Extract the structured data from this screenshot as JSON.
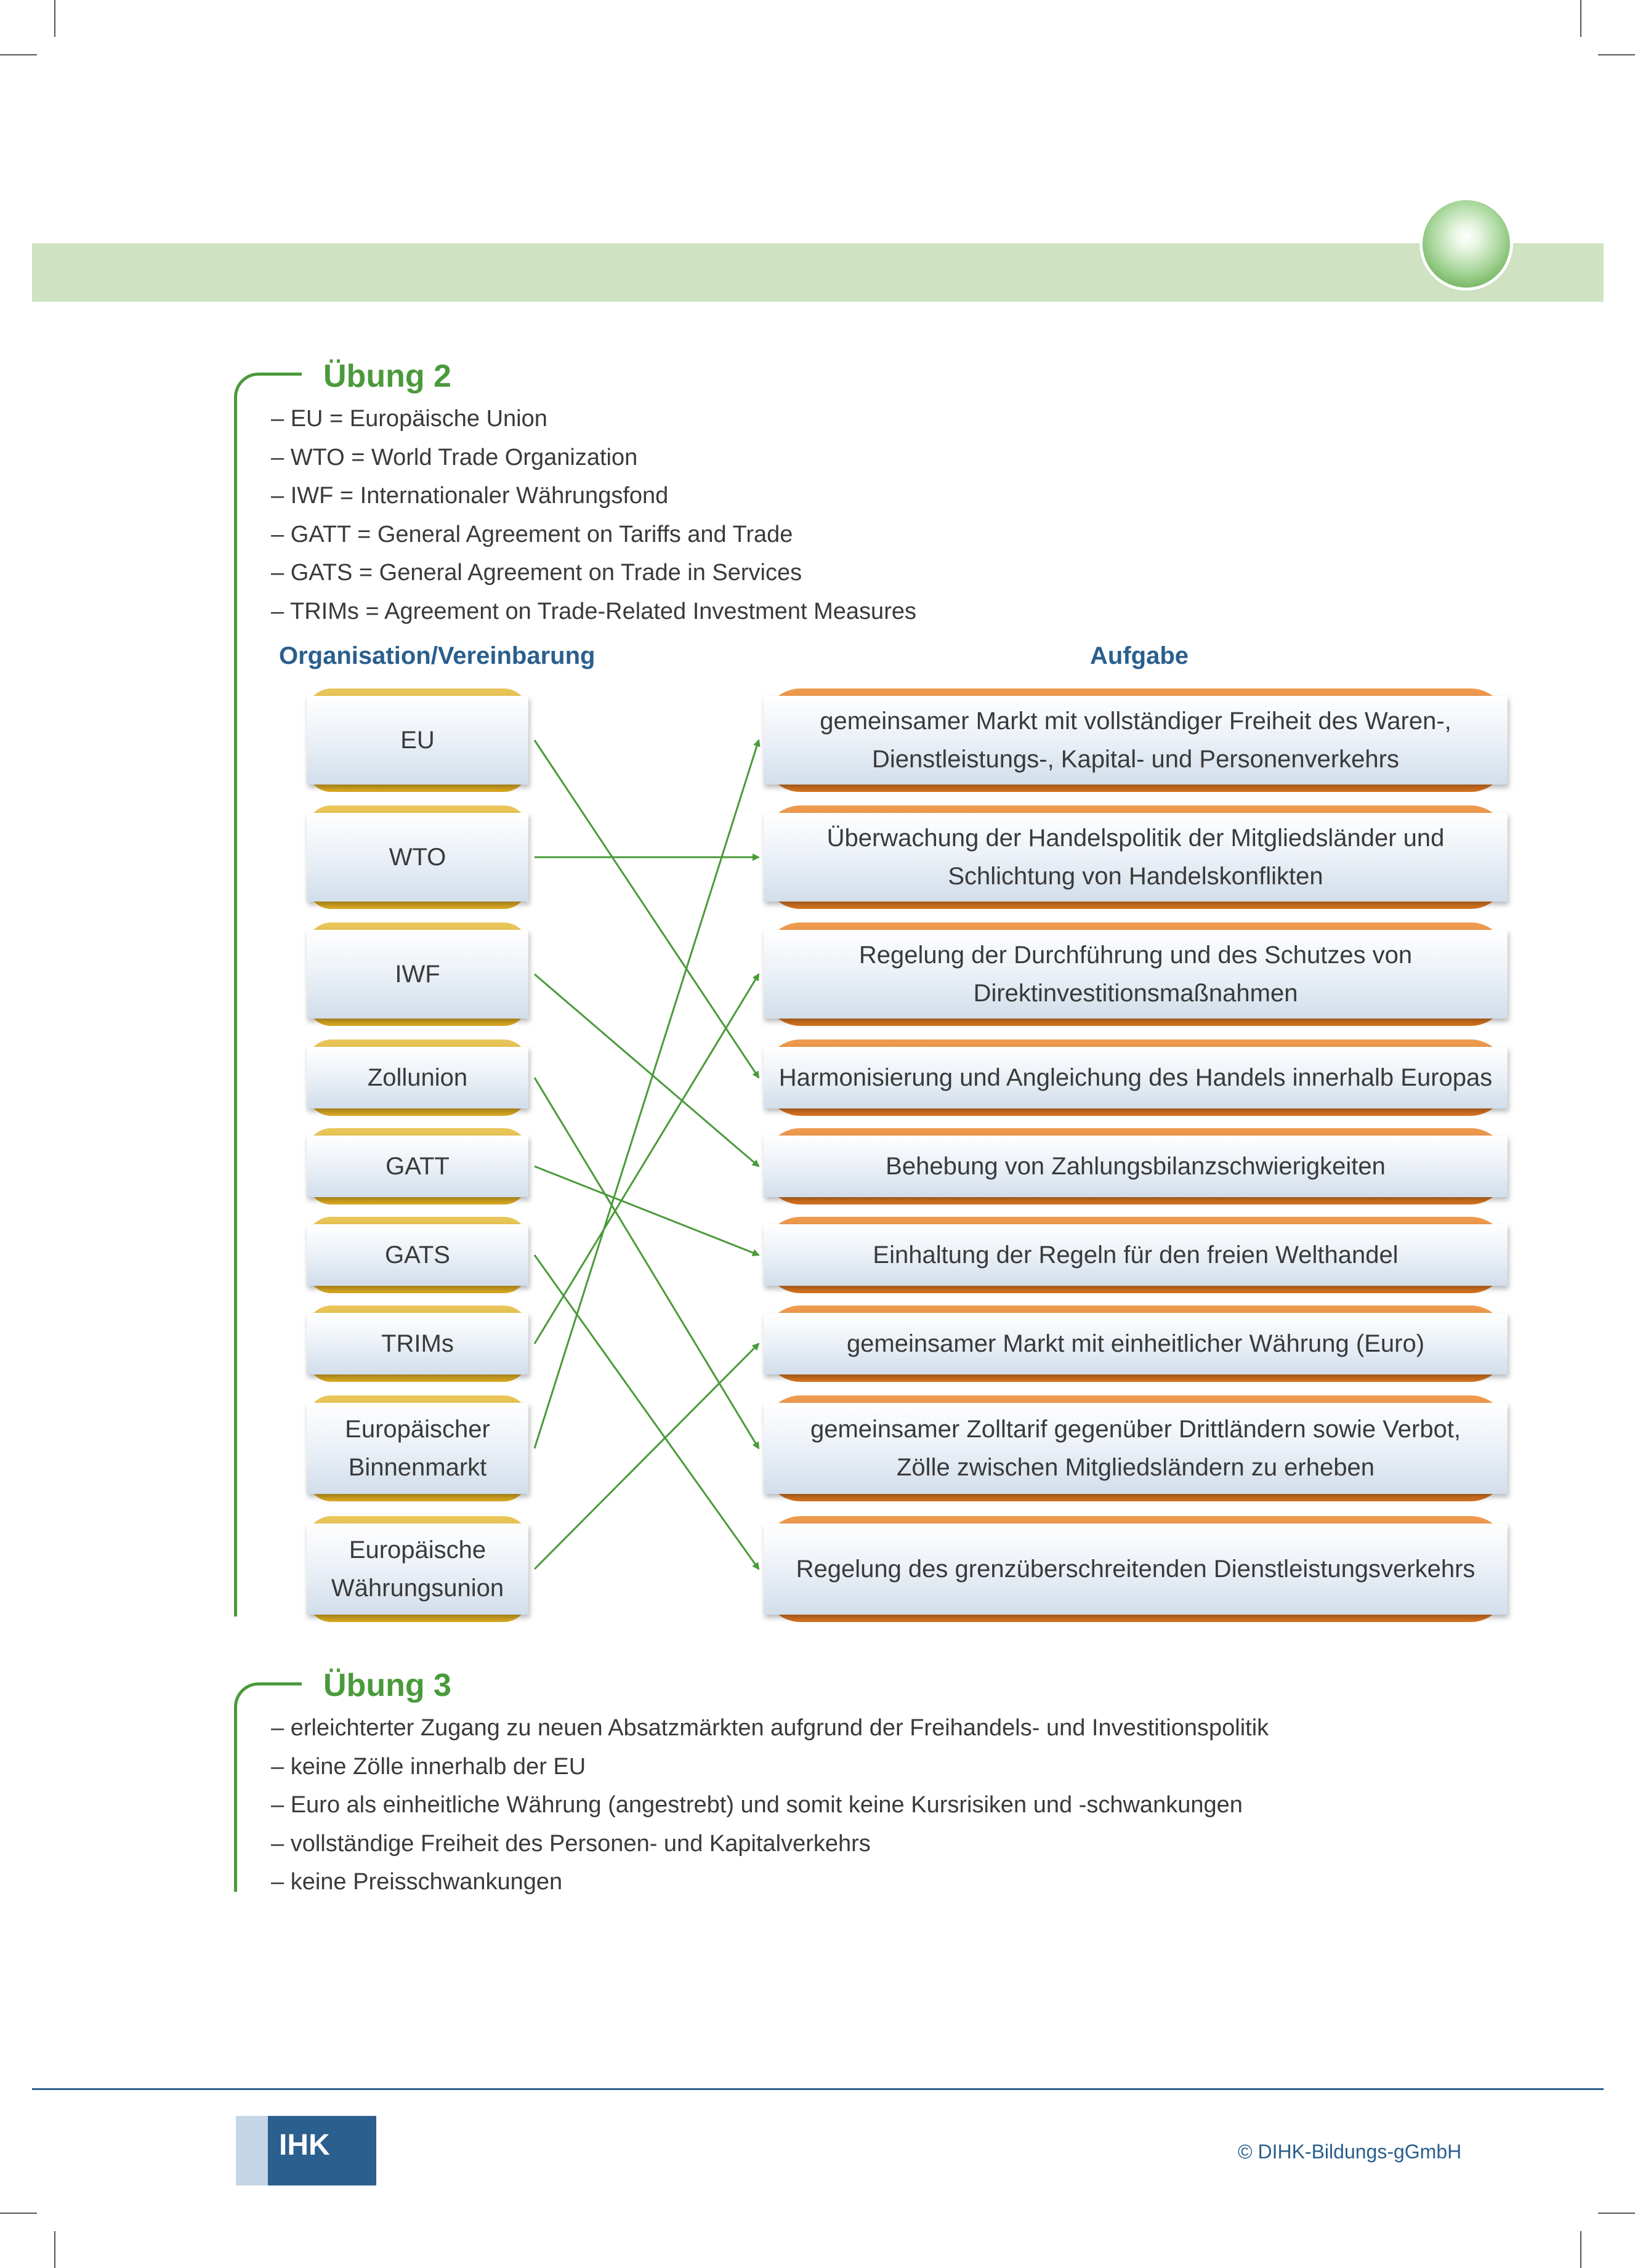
{
  "exercise2": {
    "heading": "Übung 2",
    "items": [
      "EU = Europäische Union",
      "WTO = World Trade Organization",
      "IWF = Internationaler Währungsfond",
      "GATT = General Agreement on Tariffs and Trade",
      "GATS = General Agreement on Trade in Services",
      "TRIMs = Agreement on Trade-Related Investment Measures"
    ],
    "col_left": "Organisation/Vereinbarung",
    "col_right": "Aufgabe",
    "organisations": [
      {
        "l1": "EU",
        "l2": ""
      },
      {
        "l1": "WTO",
        "l2": ""
      },
      {
        "l1": "IWF",
        "l2": ""
      },
      {
        "l1": "Zollunion",
        "l2": ""
      },
      {
        "l1": "GATT",
        "l2": ""
      },
      {
        "l1": "GATS",
        "l2": ""
      },
      {
        "l1": "TRIMs",
        "l2": ""
      },
      {
        "l1": "Europäischer",
        "l2": "Binnenmarkt"
      },
      {
        "l1": "Europäische",
        "l2": "Währungsunion"
      }
    ],
    "tasks": [
      {
        "l1": "gemeinsamer Markt mit vollständiger Freiheit des Waren-,",
        "l2": "Dienstleistungs-, Kapital- und Personenverkehrs"
      },
      {
        "l1": "Überwachung der Handelspolitik der Mitgliedsländer und",
        "l2": "Schlichtung von Handelskonflikten"
      },
      {
        "l1": "Regelung der Durchführung und des Schutzes von",
        "l2": "Direktinvestitionsmaßnahmen"
      },
      {
        "l1": "Harmonisierung und Angleichung des Handels innerhalb Europas",
        "l2": ""
      },
      {
        "l1": "Behebung von Zahlungsbilanzschwierigkeiten",
        "l2": ""
      },
      {
        "l1": "Einhaltung der Regeln für den freien Welthandel",
        "l2": ""
      },
      {
        "l1": "gemeinsamer Markt mit einheitlicher Währung (Euro)",
        "l2": ""
      },
      {
        "l1": "gemeinsamer Zolltarif gegenüber Drittländern sowie Verbot,",
        "l2": "Zölle zwischen Mitgliedsländern zu erheben"
      },
      {
        "l1": "Regelung des grenzüberschreitenden Dienstleistungsverkehrs",
        "l2": ""
      }
    ],
    "links": [
      [
        0,
        3
      ],
      [
        1,
        1
      ],
      [
        2,
        4
      ],
      [
        3,
        7
      ],
      [
        4,
        5
      ],
      [
        5,
        8
      ],
      [
        6,
        2
      ],
      [
        7,
        0
      ],
      [
        8,
        6
      ]
    ],
    "line_color": "#4a9a3a"
  },
  "exercise3": {
    "heading": "Übung 3",
    "items": [
      "erleichterter Zugang zu neuen Absatzmärkten aufgrund der Freihandels- und Investitionspolitik",
      "keine Zölle innerhalb der EU",
      "Euro als einheitliche Währung (angestrebt) und somit keine Kursrisiken und -schwankungen",
      "vollständige Freiheit des Personen- und Kapitalverkehrs",
      "keine Preisschwankungen"
    ]
  },
  "footer": {
    "logo": "IHK",
    "copyright": "© DIHK-Bildungs-gGmbH"
  }
}
